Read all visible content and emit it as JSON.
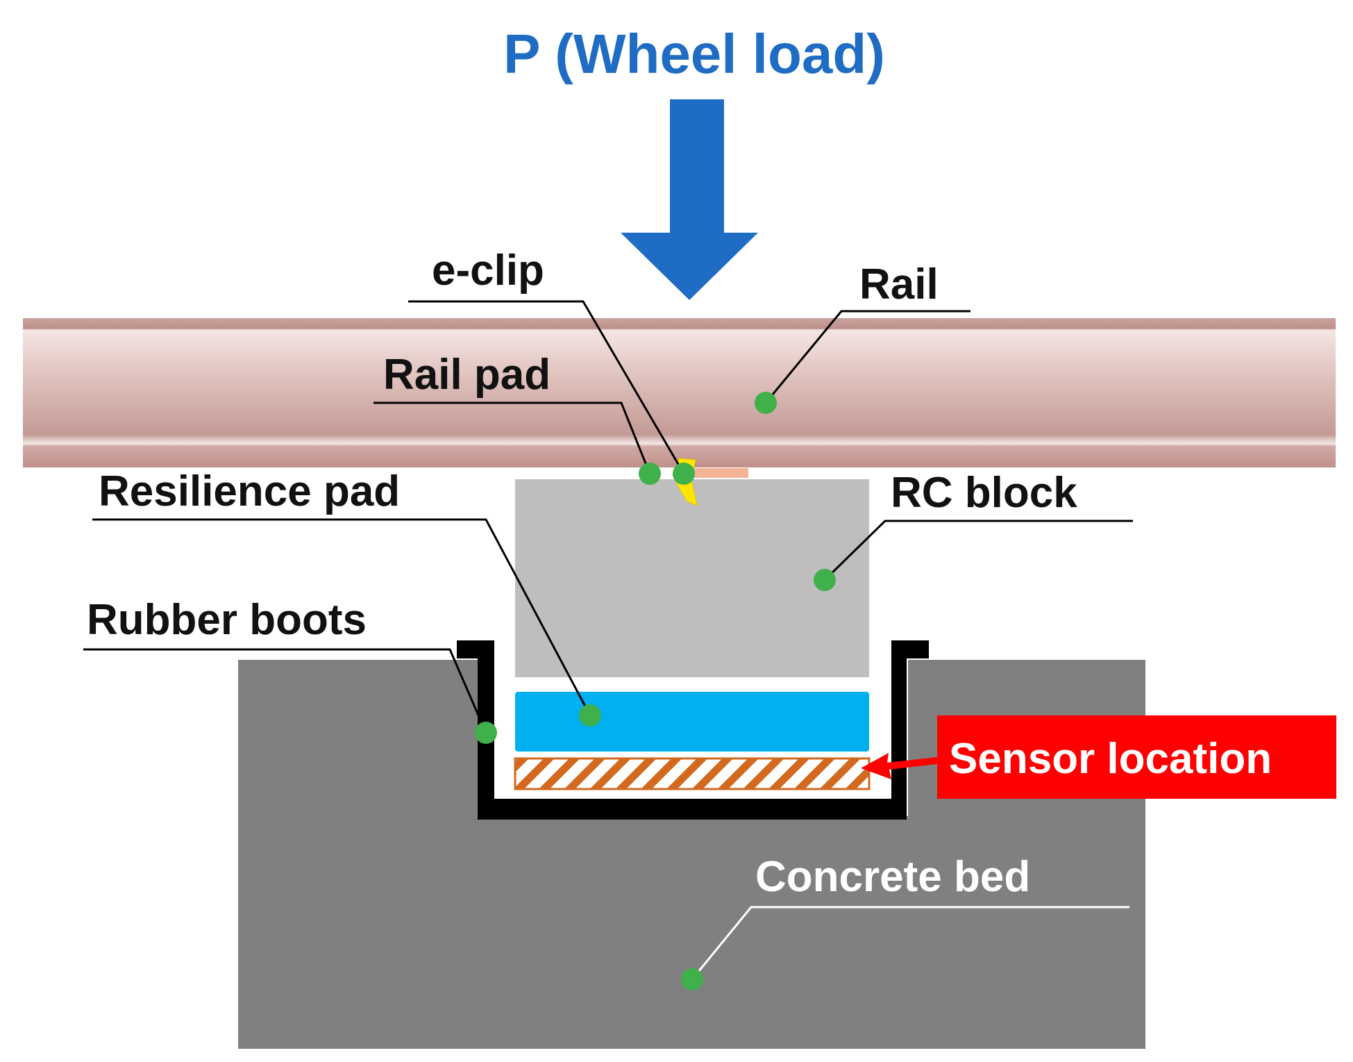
{
  "load": {
    "title": "P (Wheel load)",
    "color": "#1f6cc4"
  },
  "labels": {
    "e_clip": "e-clip",
    "rail": "Rail",
    "rail_pad": "Rail pad",
    "resilience_pad": "Resilience pad",
    "rc_block": "RC block",
    "rubber_boots": "Rubber boots",
    "sensor_location": "Sensor location",
    "concrete_bed": "Concrete bed"
  },
  "colors": {
    "rail": "#c49a95",
    "rail_pad": "#f5b295",
    "e_clip": "#ffe600",
    "rc_block": "#bebebe",
    "resilience_pad": "#00b0f0",
    "sensor_hatch": "#d2691e",
    "rubber_boots": "#000000",
    "concrete_bed": "#808080",
    "sensor_callout": "#ff0000",
    "marker": "#3fb04a"
  }
}
